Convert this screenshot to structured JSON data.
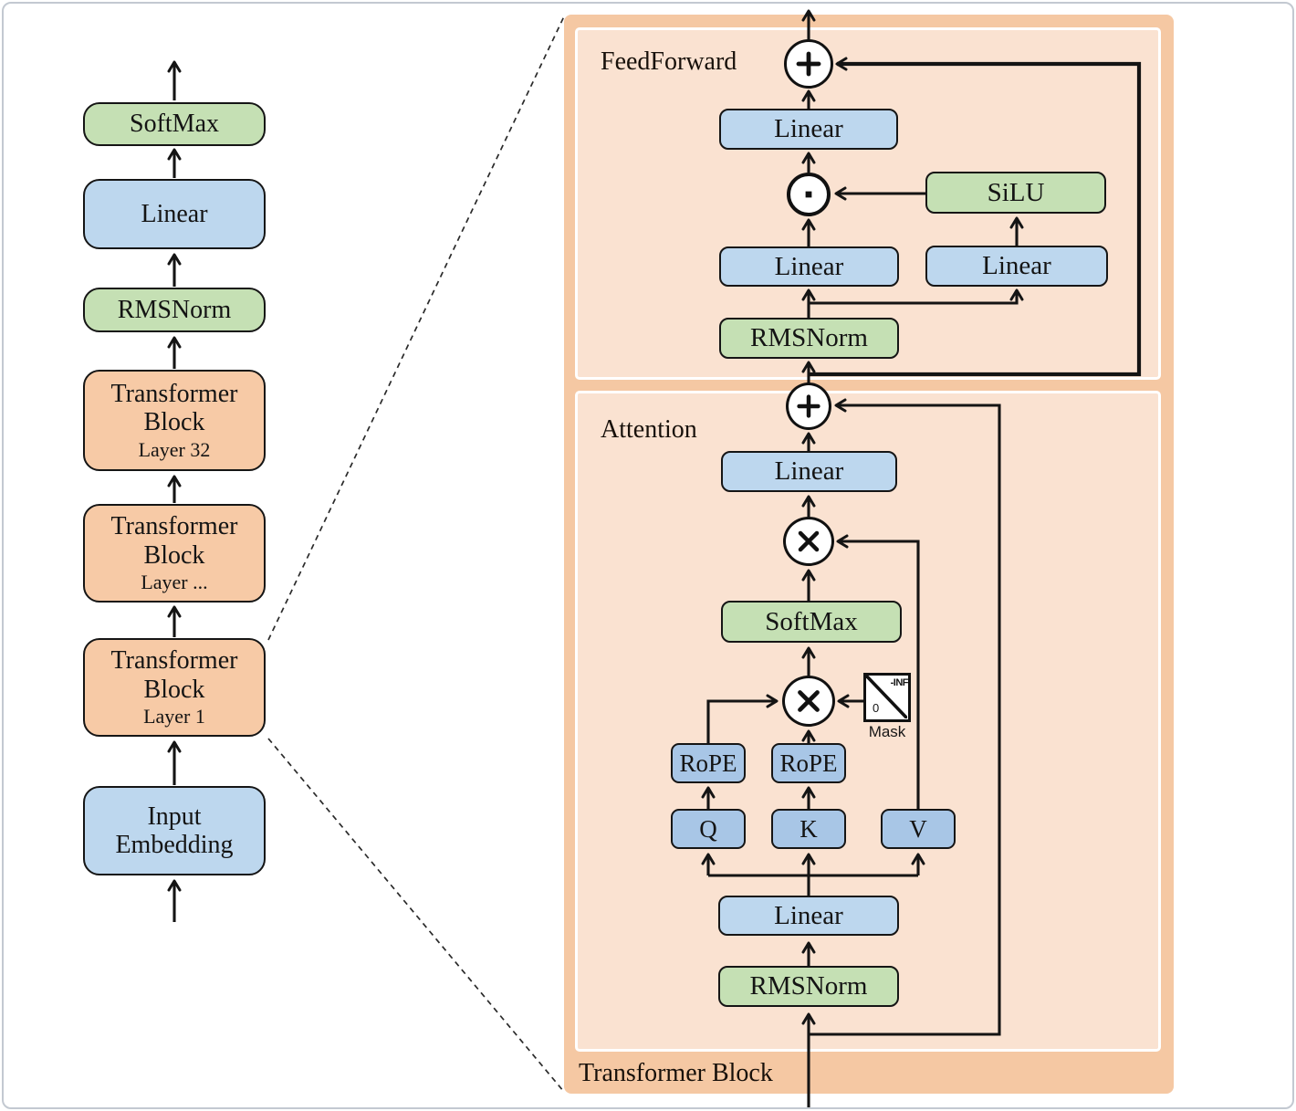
{
  "colors": {
    "frame": "#c3c9d1",
    "panel_outer": "#f5c8a3",
    "panel_inner": "#fae2d1",
    "green_block": "#c5e0b4",
    "blue_block": "#bdd7ee",
    "blue_dark_block": "#a8c6e6",
    "orange_block": "#f7caa6",
    "line": "#141414"
  },
  "left_stack": {
    "blocks": [
      {
        "label": "SoftMax"
      },
      {
        "label": "Linear"
      },
      {
        "label": "RMSNorm"
      },
      {
        "label": "Transformer Block",
        "sublabel": "Layer 32"
      },
      {
        "label": "Transformer Block",
        "sublabel": "Layer ..."
      },
      {
        "label": "Transformer Block",
        "sublabel": "Layer 1"
      },
      {
        "label": "Input Embedding"
      }
    ]
  },
  "detail_panel": {
    "title": "Transformer Block",
    "feedforward": {
      "label": "FeedForward",
      "linear_out": "Linear",
      "linear_gate": "Linear",
      "linear_up": "Linear",
      "silu": "SiLU",
      "rmsnorm": "RMSNorm",
      "operators": {
        "residual_add": "+",
        "elementwise_product": "·"
      }
    },
    "attention": {
      "label": "Attention",
      "linear_out": "Linear",
      "softmax": "SoftMax",
      "rope_q": "RoPE",
      "rope_k": "RoPE",
      "q": "Q",
      "k": "K",
      "v": "V",
      "linear_qkv": "Linear",
      "rmsnorm": "RMSNorm",
      "mask": {
        "label": "Mask",
        "upper_value": "-INF",
        "lower_value": "0"
      },
      "operators": {
        "residual_add": "+",
        "matmul": "×"
      }
    }
  }
}
